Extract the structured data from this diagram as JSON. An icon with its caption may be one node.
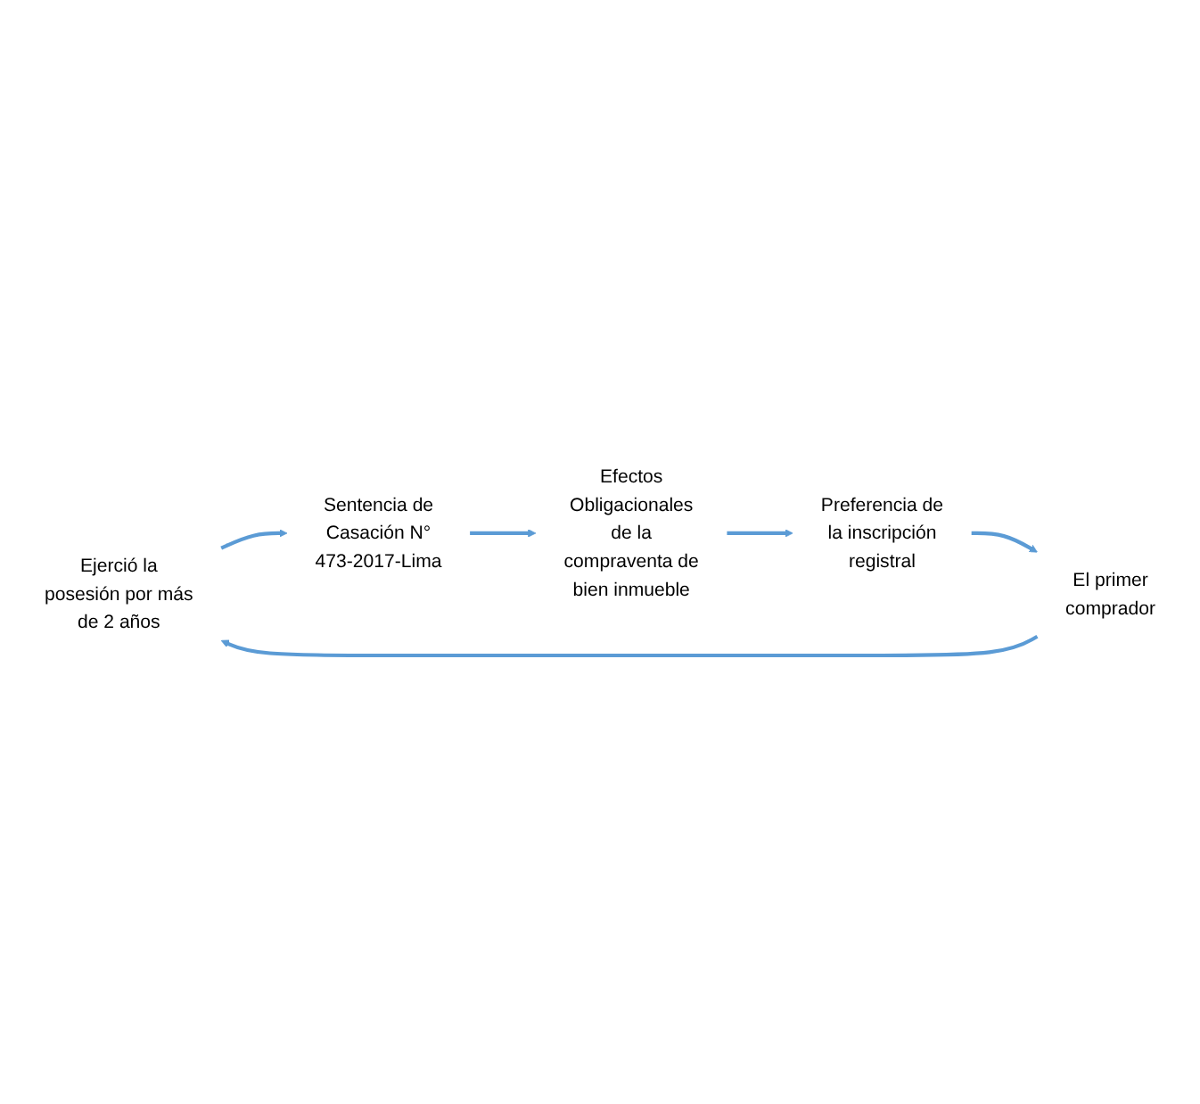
{
  "diagram": {
    "nodes": [
      {
        "text": [
          "Ejerció la posesión por más de 2 años"
        ]
      },
      {
        "text": [
          "Sentencia de Casación N° 473-2017-Lima"
        ]
      },
      {
        "text": [
          "Efectos Obligacionales de la compraventa de bien inmueble"
        ]
      },
      {
        "text": [
          "El primer comprador"
        ]
      },
      {
        "text": [
          "Preferencia de la inscripción registral"
        ]
      }
    ],
    "edges": [
      {
        "from": 0,
        "to": 1,
        "arrow": "to"
      },
      {
        "from": 1,
        "to": 2,
        "arrow": "to"
      },
      {
        "from": 2,
        "to": 4,
        "arrow": "to"
      },
      {
        "from": 4,
        "to": 3,
        "arrow": "to"
      },
      {
        "from": 3,
        "to": 0,
        "arrow": "to"
      }
    ]
  }
}
